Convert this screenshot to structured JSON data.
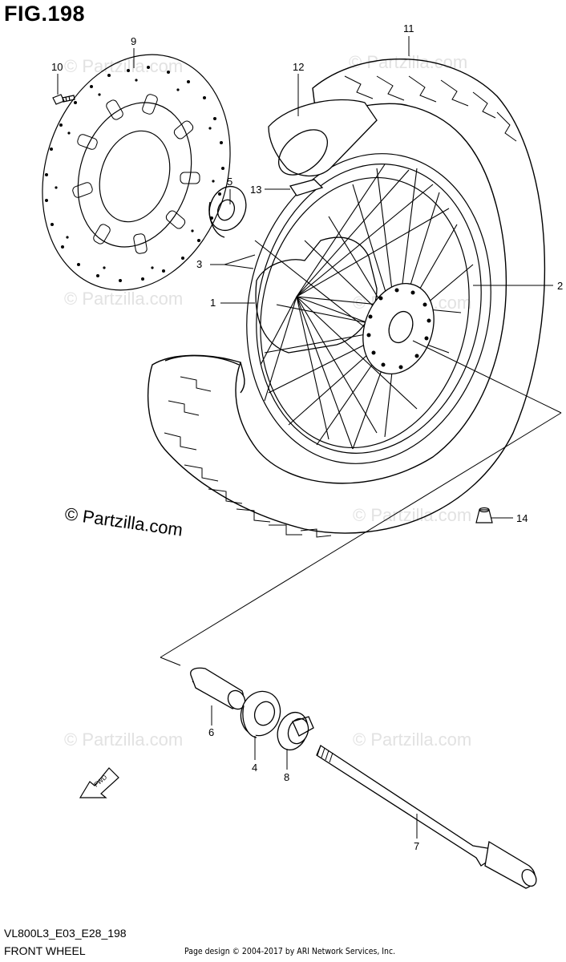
{
  "figure": {
    "title": "FIG.198",
    "model_code": "VL800L3_E03_E28_198",
    "section_name": "FRONT WHEEL",
    "credit": "Page design © 2004-2017 by ARI Network Services, Inc."
  },
  "watermark": {
    "text": "© Partzilla.com"
  },
  "fwd_label": "FWD",
  "callouts": [
    {
      "id": "c1",
      "label": "1"
    },
    {
      "id": "c2",
      "label": "2"
    },
    {
      "id": "c3",
      "label": "3"
    },
    {
      "id": "c4",
      "label": "4"
    },
    {
      "id": "c5",
      "label": "5"
    },
    {
      "id": "c6",
      "label": "6"
    },
    {
      "id": "c7",
      "label": "7"
    },
    {
      "id": "c8",
      "label": "8"
    },
    {
      "id": "c9",
      "label": "9"
    },
    {
      "id": "c10",
      "label": "10"
    },
    {
      "id": "c11",
      "label": "11"
    },
    {
      "id": "c12",
      "label": "12"
    },
    {
      "id": "c13",
      "label": "13"
    },
    {
      "id": "c14",
      "label": "14"
    }
  ]
}
